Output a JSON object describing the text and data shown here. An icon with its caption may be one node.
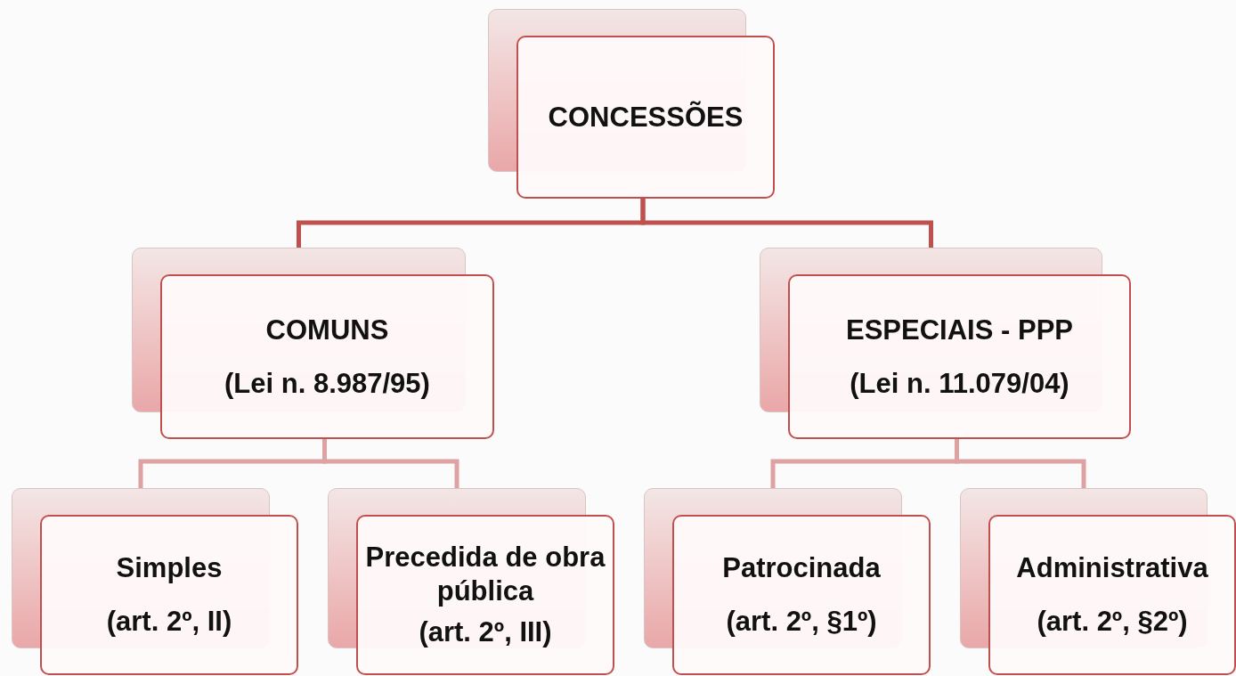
{
  "diagram": {
    "nodes": [
      {
        "text": [
          "CONCESSÕES"
        ]
      },
      {
        "text": [
          "COMUNS",
          "(Lei n. 8.987/95)"
        ]
      },
      {
        "text": [
          "ESPECIAIS - PPP",
          "(Lei n. 11.079/04)"
        ]
      },
      {
        "text": [
          "Simples",
          "(art. 2º, II)"
        ]
      },
      {
        "text": [
          "Precedida de obra pública",
          "(art. 2º, III)"
        ]
      },
      {
        "text": [
          "Patrocinada",
          "(art. 2º, §1º)"
        ]
      },
      {
        "text": [
          "Administrativa",
          "(art. 2º, §2º)"
        ]
      }
    ],
    "edges": [
      {
        "from": 0,
        "to": 1,
        "arrow": "none",
        "color": "#c0504d"
      },
      {
        "from": 0,
        "to": 2,
        "arrow": "none",
        "color": "#c0504d"
      },
      {
        "from": 1,
        "to": 3,
        "arrow": "none"
      },
      {
        "from": 1,
        "to": 4,
        "arrow": "none"
      },
      {
        "from": 2,
        "to": 5,
        "arrow": "none"
      },
      {
        "from": 2,
        "to": 6,
        "arrow": "none"
      }
    ]
  }
}
